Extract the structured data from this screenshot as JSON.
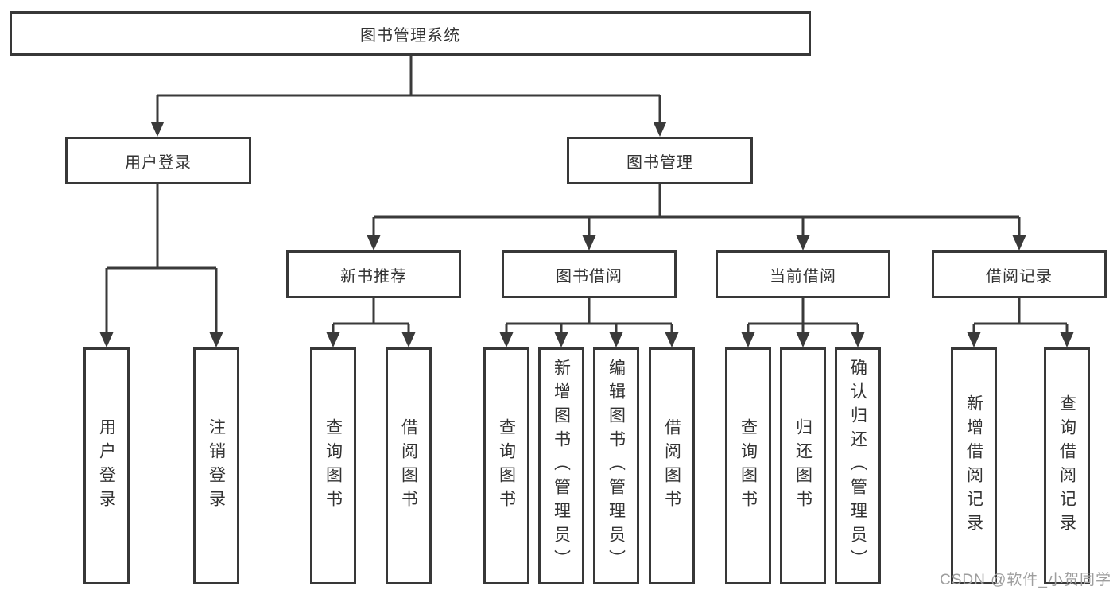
{
  "watermark": "CSDN @软件_小贺同学",
  "colors": {
    "line": "#3a3a3a",
    "box_border": "#383838",
    "box_background": "#ffffff",
    "text": "#333333",
    "watermark_text": "#9e9e9e"
  },
  "diagram": {
    "root": {
      "label": "图书管理系统"
    },
    "branches": [
      {
        "label": "用户登录",
        "children": [
          {
            "label": "用户登录"
          },
          {
            "label": "注销登录"
          }
        ]
      },
      {
        "label": "图书管理",
        "children": [
          {
            "label": "新书推荐",
            "children": [
              {
                "label": "查询图书"
              },
              {
                "label": "借阅图书"
              }
            ]
          },
          {
            "label": "图书借阅",
            "children": [
              {
                "label": "查询图书"
              },
              {
                "label": "新增图书（管理员）"
              },
              {
                "label": "编辑图书（管理员）"
              },
              {
                "label": "借阅图书"
              }
            ]
          },
          {
            "label": "当前借阅",
            "children": [
              {
                "label": "查询图书"
              },
              {
                "label": "归还图书"
              },
              {
                "label": "确认归还（管理员）"
              }
            ]
          },
          {
            "label": "借阅记录",
            "children": [
              {
                "label": "新增借阅记录"
              },
              {
                "label": "查询借阅记录"
              }
            ]
          }
        ]
      }
    ]
  }
}
